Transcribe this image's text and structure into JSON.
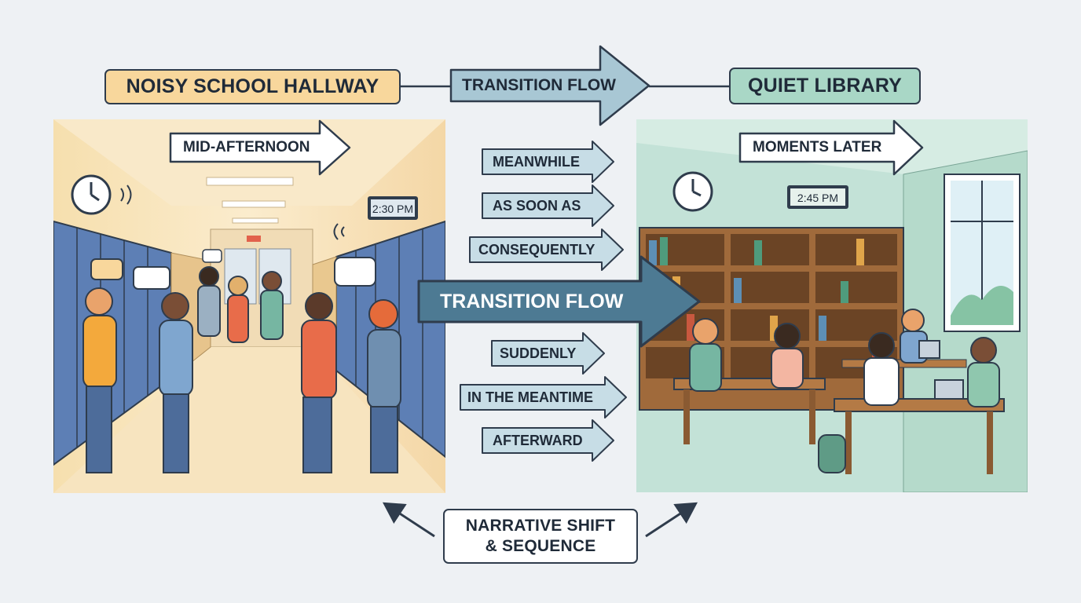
{
  "headers": {
    "left": "NOISY SCHOOL HALLWAY",
    "center": "TRANSITION FLOW",
    "right": "QUIET LIBRARY"
  },
  "left_scene": {
    "time_label": "MID-AFTERNOON",
    "clock_display": "2:30 PM"
  },
  "right_scene": {
    "time_label": "MOMENTS LATER",
    "clock_display": "2:45 PM"
  },
  "transitions_top": [
    "MEANWHILE",
    "AS SOON AS",
    "CONSEQUENTLY"
  ],
  "main_arrow": "TRANSITION FLOW",
  "transitions_bottom": [
    "SUDDENLY",
    "IN THE MEANTIME",
    "AFTERWARD"
  ],
  "footer": {
    "line1": "NARRATIVE SHIFT",
    "line2": "& SEQUENCE"
  },
  "colors": {
    "background": "#eef1f4",
    "hallway_label": "#f8d79c",
    "library_label": "#a9d7c6",
    "transition_arrow": "#a8c7d4",
    "main_arrow": "#4d7a93",
    "locker_blue": "#5d7fb5",
    "library_green": "#b9dccf"
  },
  "icons": [
    "wall-clock-icon",
    "speech-bubble-icon",
    "sound-wave-icon",
    "arrow-right-icon",
    "bookshelf-icon",
    "laptop-icon",
    "window-icon"
  ]
}
